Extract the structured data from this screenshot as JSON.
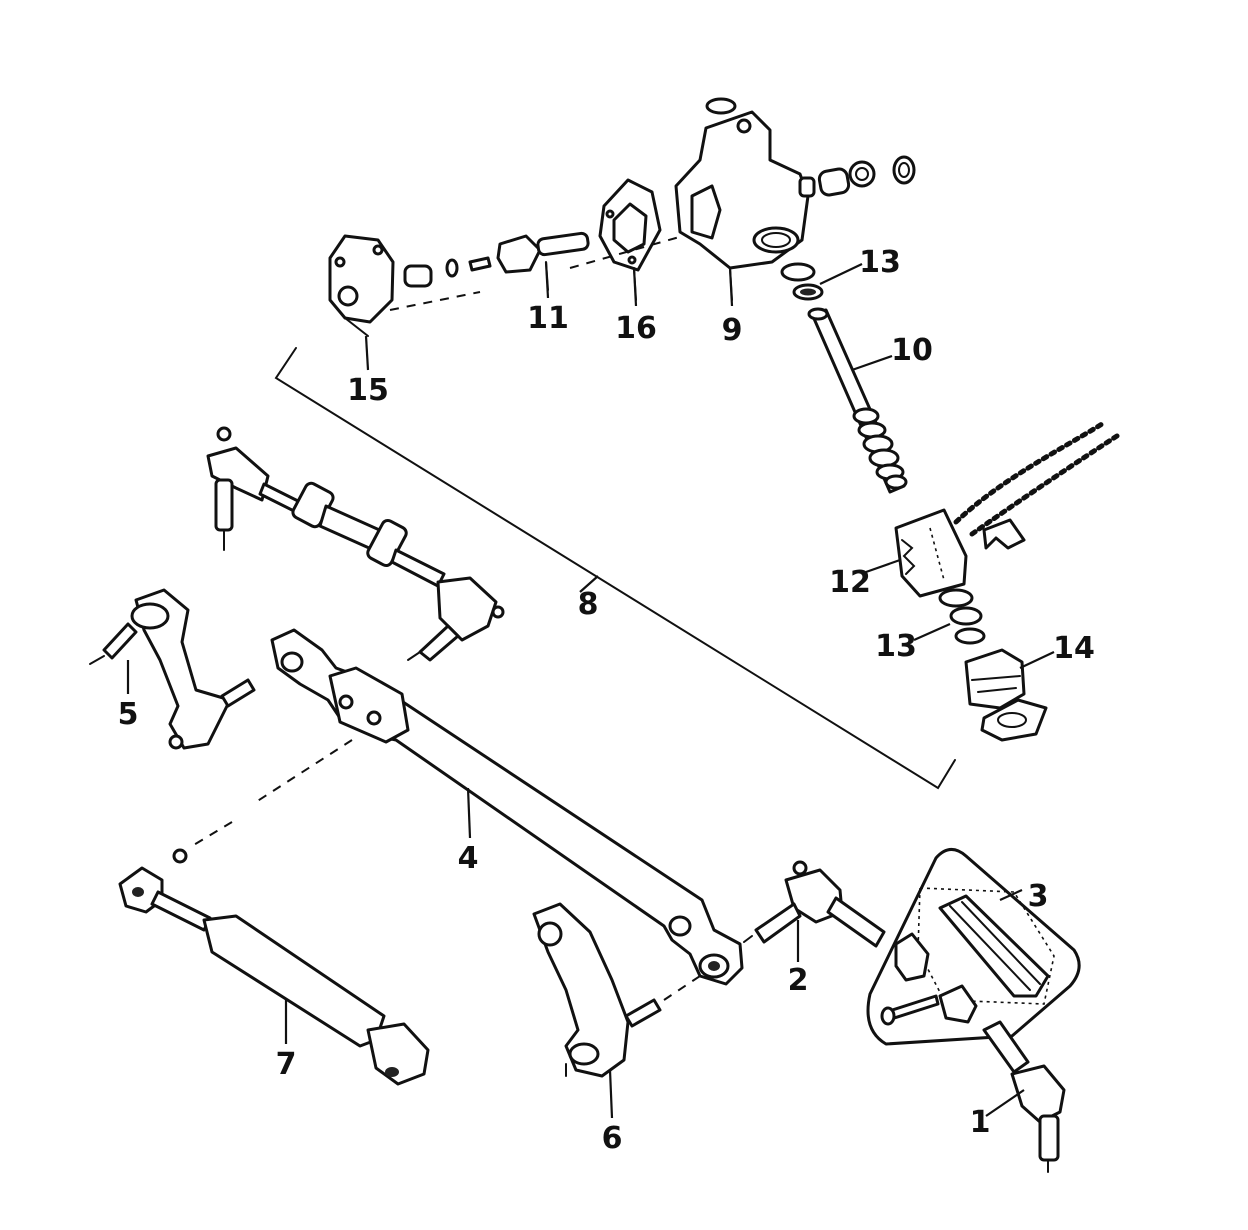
{
  "callouts": [
    "1",
    "2",
    "3",
    "4",
    "5",
    "6",
    "7",
    "8",
    "9",
    "10",
    "11",
    "12",
    "13",
    "13",
    "14",
    "15",
    "16"
  ],
  "colors": {
    "ink": "#111111",
    "background": "#ffffff"
  }
}
